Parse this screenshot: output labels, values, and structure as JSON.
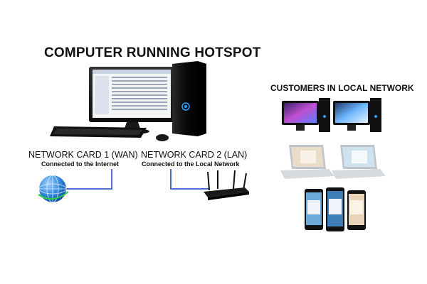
{
  "title": "COMPUTER RUNNING HOTSPOT",
  "customers_title": "CUSTOMERS IN LOCAL NETWORK",
  "wan": {
    "title": "NETWORK CARD 1 (WAN)",
    "subtitle": "Connected to the Internet"
  },
  "lan": {
    "title": "NETWORK CARD 2 (LAN)",
    "subtitle": "Connected to the Local Network"
  },
  "colors": {
    "link": "#4a6fd4",
    "tower": "#111111",
    "globe": "#2a7fd8"
  },
  "icons": [
    "monitor-icon",
    "tower-icon",
    "keyboard-icon",
    "mouse-icon",
    "globe-icon",
    "router-icon",
    "desktop-icon",
    "laptop-icon",
    "phone-icon"
  ]
}
